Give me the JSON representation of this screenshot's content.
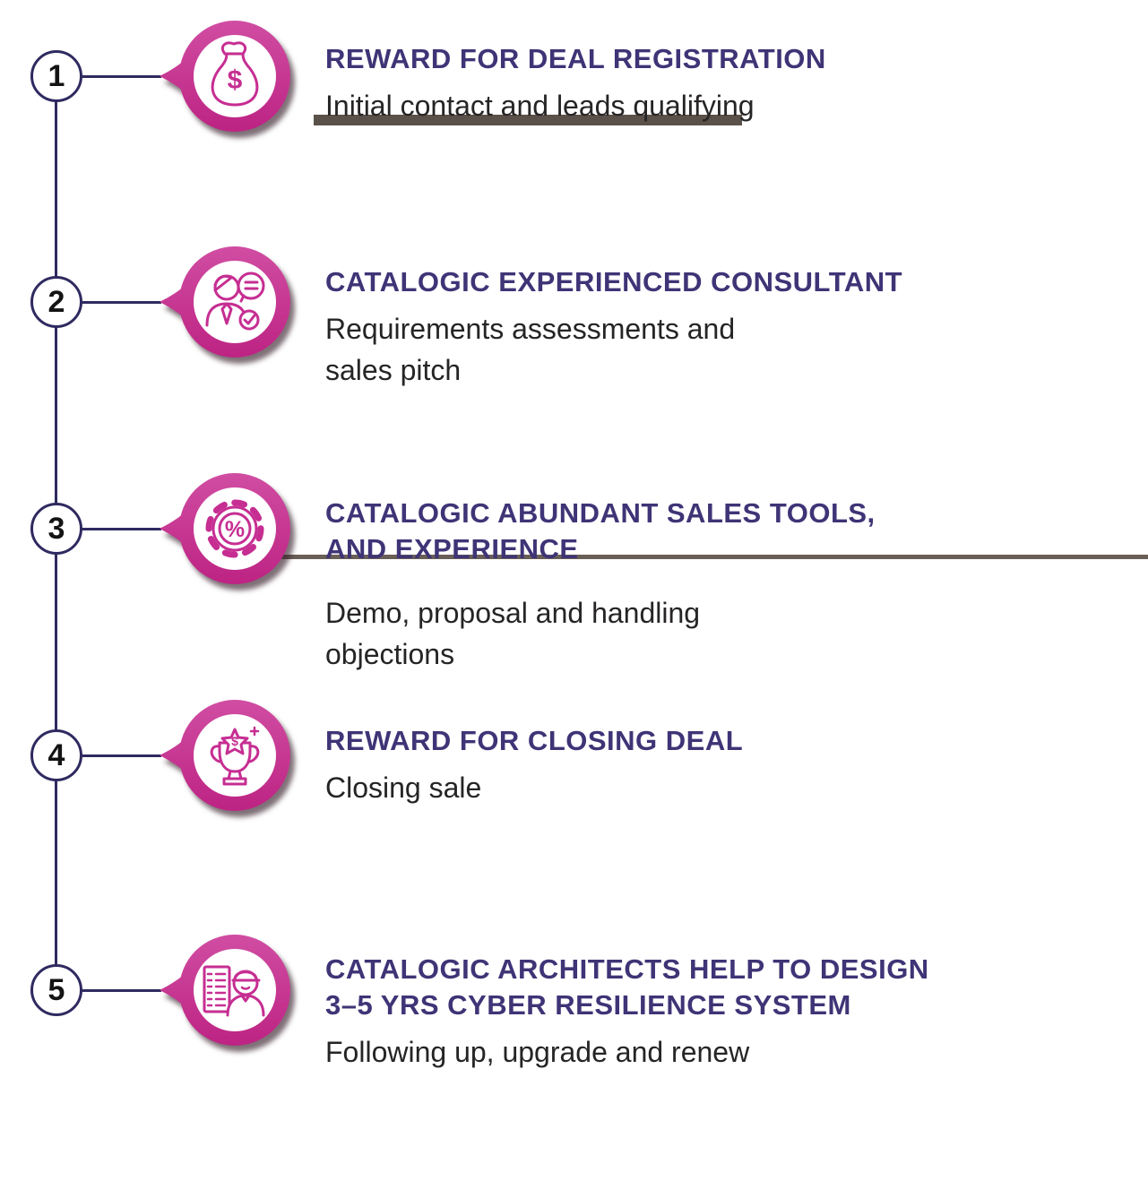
{
  "page": {
    "background": "#ffffff"
  },
  "colors": {
    "accent_magenta": "#c62e92",
    "ring_gradient_top": "#d04da2",
    "ring_gradient_bottom": "#bd2383",
    "timeline_navy": "#2f2a60",
    "title_purple": "#3e3476",
    "subtitle_dark": "#262424",
    "divider_taupe": "#5a514a"
  },
  "steps": [
    {
      "number": "1",
      "icon": "money-bag-icon",
      "title_line1": "REWARD FOR DEAL REGISTRATION",
      "title_line2": "",
      "sub_line1": "Initial contact and leads qualifying",
      "sub_line2": ""
    },
    {
      "number": "2",
      "icon": "consultant-icon",
      "title_line1": "CATALOGIC EXPERIENCED CONSULTANT",
      "title_line2": "",
      "sub_line1": "Requirements assessments and",
      "sub_line2": "sales pitch"
    },
    {
      "number": "3",
      "icon": "gear-percent-icon",
      "title_line1": "CATALOGIC ABUNDANT SALES TOOLS,",
      "title_line2": "AND EXPERIENCE",
      "sub_line1": "Demo, proposal and handling",
      "sub_line2": "objections"
    },
    {
      "number": "4",
      "icon": "trophy-icon",
      "title_line1": "REWARD FOR CLOSING DEAL",
      "title_line2": "",
      "sub_line1": "Closing sale",
      "sub_line2": ""
    },
    {
      "number": "5",
      "icon": "architect-icon",
      "title_line1": "CATALOGIC ARCHITECTS HELP TO DESIGN",
      "title_line2": "3–5 YRS CYBER RESILIENCE SYSTEM",
      "sub_line1": "Following up, upgrade and renew",
      "sub_line2": ""
    }
  ]
}
